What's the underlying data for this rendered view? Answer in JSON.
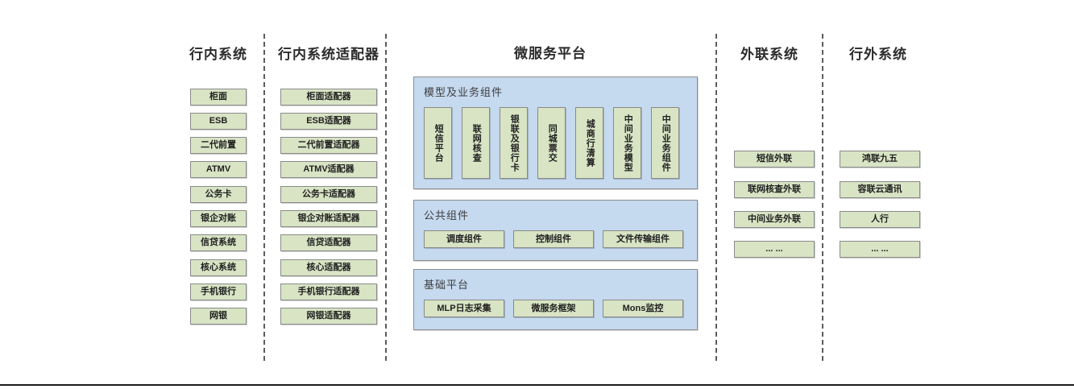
{
  "diagram": {
    "title_bar_rule": true,
    "colors": {
      "node_fill": "#d8e4c4",
      "node_border": "#8a8a8a",
      "panel_fill": "#c5d9ef",
      "panel_border": "#8d8d8d",
      "divider": "#5c5c5c",
      "title_text": "#2b2b2b"
    }
  },
  "columns": {
    "internal_systems": {
      "title": "行内系统",
      "items": [
        "柜面",
        "ESB",
        "二代前置",
        "ATMV",
        "公务卡",
        "银企对账",
        "信贷系统",
        "核心系统",
        "手机银行",
        "网银"
      ]
    },
    "internal_adapters": {
      "title": "行内系统适配器",
      "items": [
        "柜面适配器",
        "ESB适配器",
        "二代前置适配器",
        "ATMV适配器",
        "公务卡适配器",
        "银企对账适配器",
        "信贷适配器",
        "核心适配器",
        "手机银行适配器",
        "网银适配器"
      ]
    },
    "microservice_platform": {
      "title": "微服务平台",
      "panels": [
        {
          "name": "model-business-components",
          "title": "模型及业务组件",
          "orientation": "vertical",
          "items": [
            "短信平台",
            "联网核查",
            "银联及银行卡",
            "同城票交",
            "城商行清算",
            "中间业务模型",
            "中间业务组件"
          ]
        },
        {
          "name": "public-components",
          "title": "公共组件",
          "orientation": "horizontal",
          "items": [
            "调度组件",
            "控制组件",
            "文件传输组件"
          ]
        },
        {
          "name": "base-platform",
          "title": "基础平台",
          "orientation": "horizontal",
          "items": [
            "MLP日志采集",
            "微服务框架",
            "Mons监控"
          ]
        }
      ]
    },
    "external_liaison_systems": {
      "title": "外联系统",
      "items": [
        "短信外联",
        "联网核查外联",
        "中间业务外联",
        "... ..."
      ]
    },
    "outside_bank_systems": {
      "title": "行外系统",
      "items": [
        "鸿联九五",
        "容联云通讯",
        "人行",
        "... ..."
      ]
    }
  }
}
